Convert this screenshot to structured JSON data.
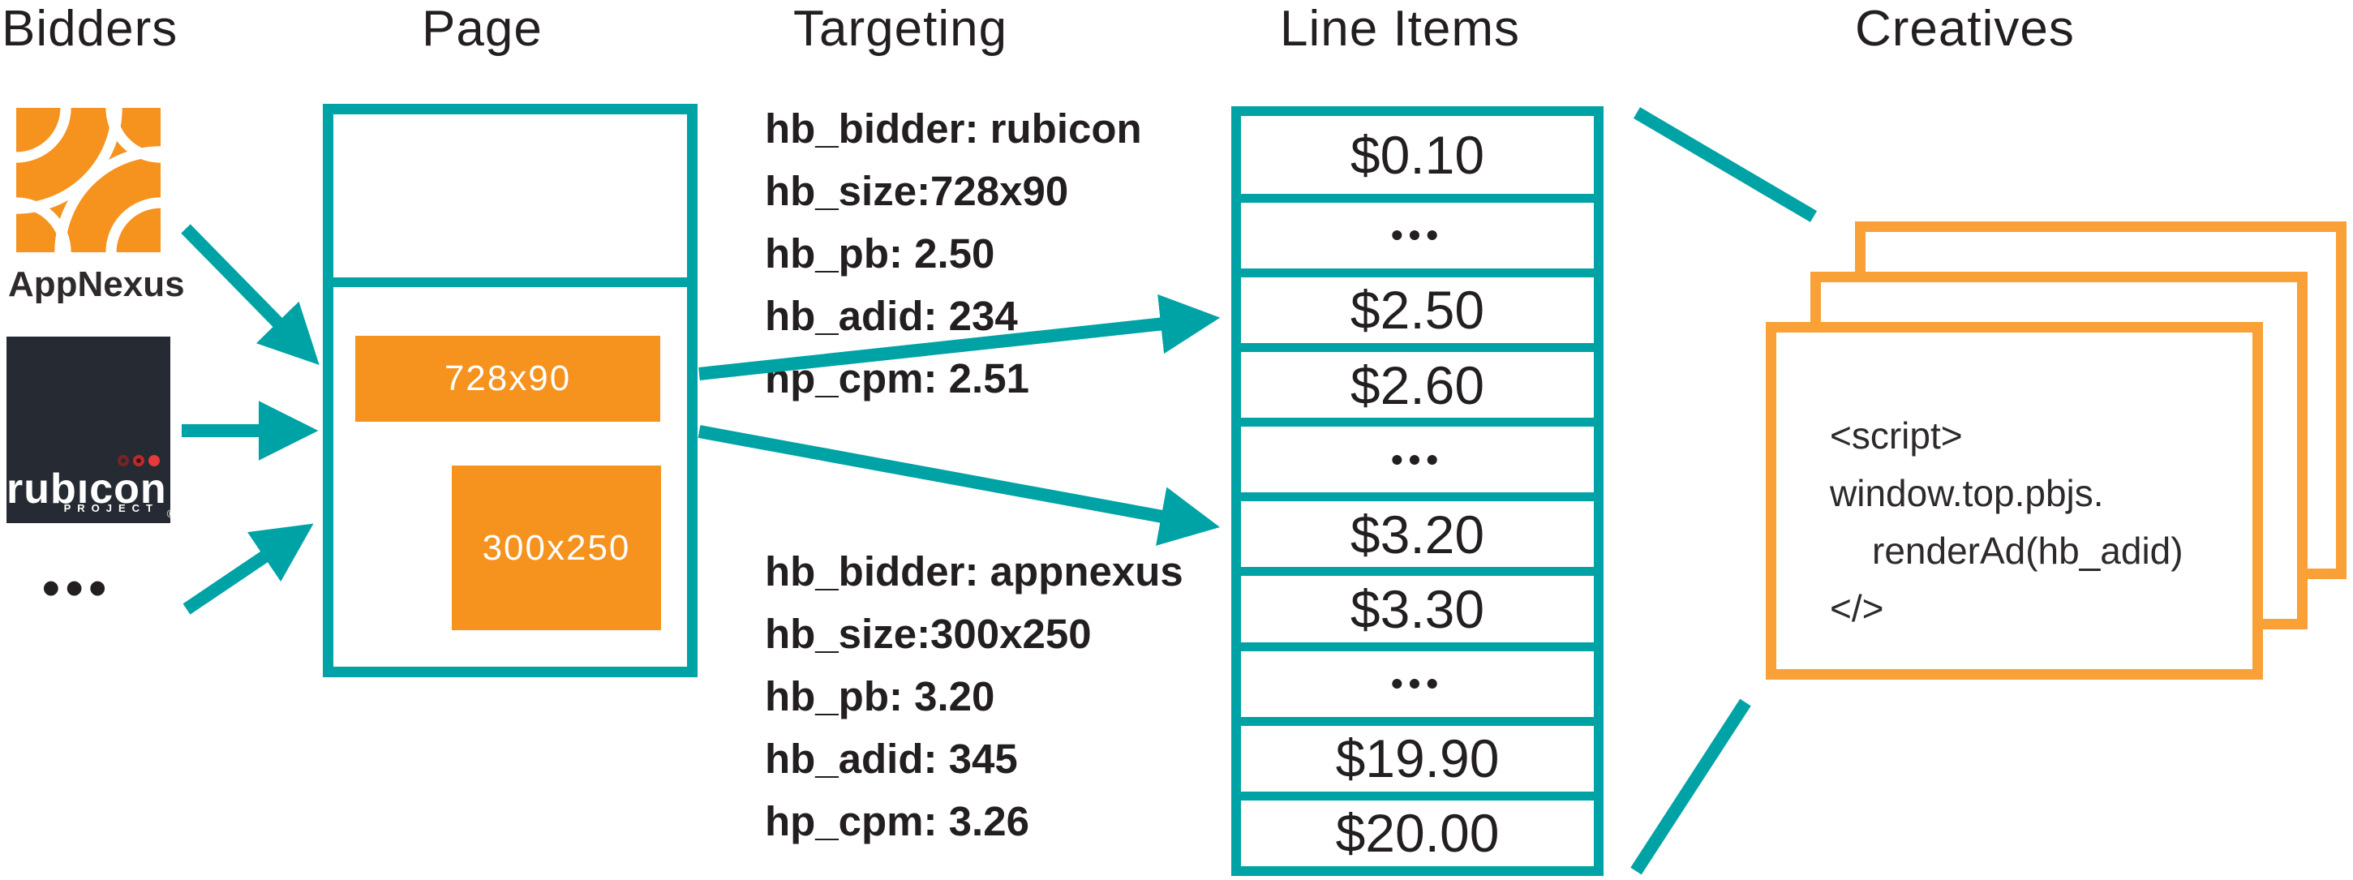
{
  "titles": {
    "bidders": "Bidders",
    "page": "Page",
    "targeting": "Targeting",
    "line_items": "Line Items",
    "creatives": "Creatives"
  },
  "bidders": {
    "appnexus_label": "AppNexus",
    "rubicon_label": "rubıcon",
    "rubicon_reg": "®",
    "rubicon_sublabel": "PROJECT",
    "more": "•••"
  },
  "page": {
    "slot_top_label": "728x90",
    "slot_bottom_label": "300x250"
  },
  "targeting": {
    "rubicon_block": {
      "lines": [
        "hb_bidder: rubicon",
        "hb_size:728x90",
        "hb_pb: 2.50",
        "hb_adid: 234",
        "hp_cpm: 2.51"
      ]
    },
    "appnexus_block": {
      "lines": [
        "hb_bidder: appnexus",
        "hb_size:300x250",
        "hb_pb: 3.20",
        "hb_adid: 345",
        "hp_cpm: 3.26"
      ]
    }
  },
  "line_items": {
    "rows": [
      "$0.10",
      "•••",
      "$2.50",
      "$2.60",
      "•••",
      "$3.20",
      "$3.30",
      "•••",
      "$19.90",
      "$20.00"
    ]
  },
  "creatives": {
    "code_lines": [
      "<script>",
      "window.top.pbjs.",
      "renderAd(hb_adid)",
      "</>"
    ]
  },
  "colors": {
    "teal": "#00A3A5",
    "orange": "#F6921E",
    "card_border": "#F9A137",
    "text_dark": "#231F20",
    "rubicon_bg": "#262B33"
  }
}
